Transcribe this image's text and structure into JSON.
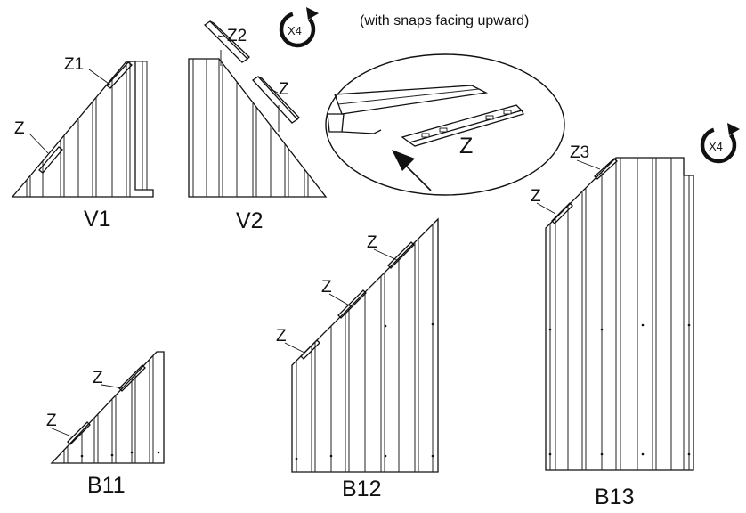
{
  "note": "(with snaps facing upward)",
  "multiplier": "X4",
  "parts": {
    "v1": {
      "label": "V1",
      "z_top": "Z1",
      "z_bottom": "Z"
    },
    "v2": {
      "label": "V2",
      "z_top": "Z2",
      "z_bottom": "Z"
    },
    "b11": {
      "label": "B11",
      "z_top": "Z",
      "z_bottom": "Z"
    },
    "b12": {
      "label": "B12",
      "z_top": "Z",
      "z_mid": "Z",
      "z_bottom": "Z"
    },
    "b13": {
      "label": "B13",
      "z_top": "Z3",
      "z_bottom": "Z"
    }
  },
  "detail": {
    "z_label": "Z"
  },
  "icons": [
    "rotate-arrow-icon",
    "rotate-arrow-icon",
    "pointer-arrow-icon"
  ]
}
